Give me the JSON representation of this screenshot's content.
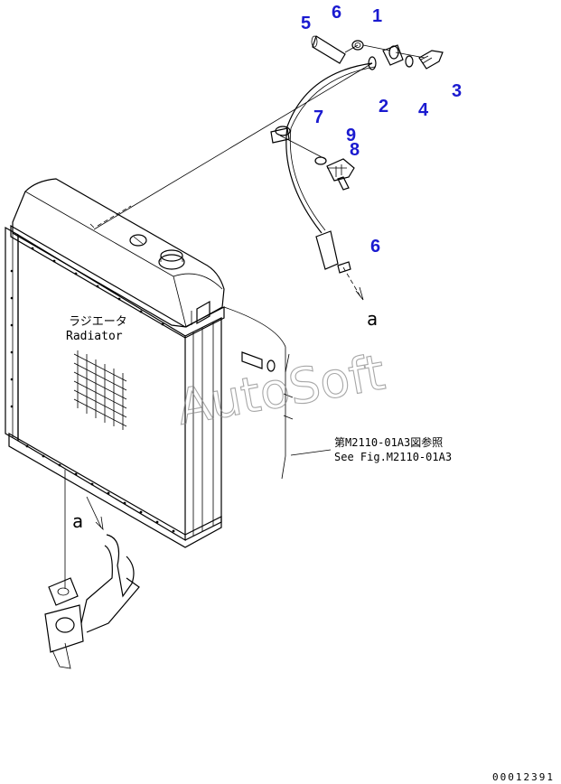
{
  "callouts": [
    "1",
    "2",
    "3",
    "4",
    "5",
    "6",
    "6",
    "7",
    "8",
    "9"
  ],
  "labels": {
    "radiator_jp": "ラジエータ",
    "radiator_en": "Radiator",
    "ref_jp": "第M2110-01A3図参照",
    "ref_en": "See Fig.M2110-01A3",
    "connector_top": "a",
    "connector_bottom": "a"
  },
  "watermark": "AutoSoft",
  "footer_code": "00012391",
  "colors": {
    "callout": "#1a1ad0",
    "line": "#000000",
    "watermark": "#8a8a8a"
  }
}
